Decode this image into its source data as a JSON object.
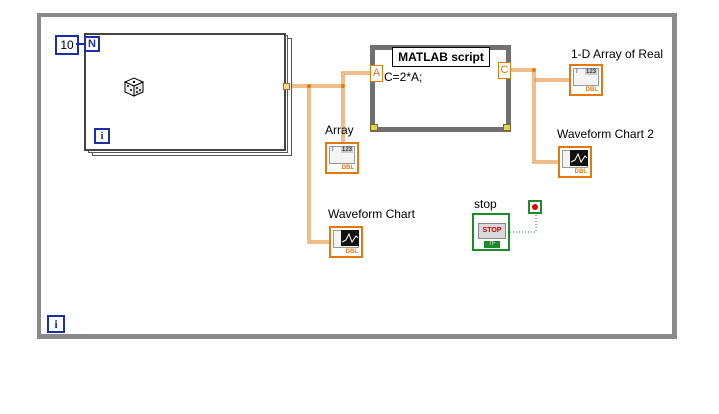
{
  "while_loop": {
    "iteration_label": "i",
    "border_color": "#8a8a8a"
  },
  "for_loop": {
    "count_value": "10",
    "count_terminal": "N",
    "iteration_label": "i",
    "random_icon": "dice-icon"
  },
  "matlab_node": {
    "title": "MATLAB script",
    "code": "C=2*A;",
    "input_port": "A",
    "output_port": "C"
  },
  "indicators": {
    "array_label": "Array",
    "waveform_chart_label": "Waveform Chart",
    "array_1d_label": "1-D Array of Real",
    "waveform_chart2_label": "Waveform Chart 2",
    "dbl_tag": "DBL",
    "numeric_tag": "123"
  },
  "stop_control": {
    "label": "stop",
    "button_text": "STOP",
    "type_tag": "TF"
  },
  "colors": {
    "wire_numeric": "#e07a10",
    "wire_boolean": "#1f8a2a",
    "loop_terminal": "#1c2fa8",
    "stop_indicator": "#e00000"
  }
}
